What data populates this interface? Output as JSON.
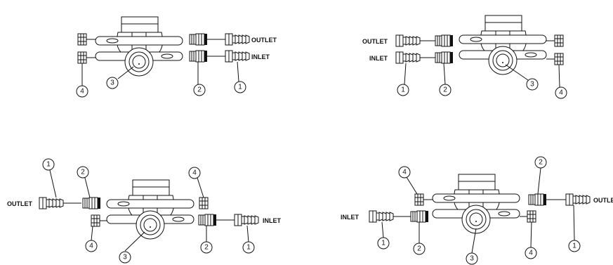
{
  "diagrams": [
    {
      "outlet": "OUTLET",
      "inlet": "INLET",
      "callouts": [
        "1",
        "2",
        "3",
        "4"
      ]
    },
    {
      "outlet": "OUTLET",
      "inlet": "INLET",
      "callouts": [
        "1",
        "2",
        "3",
        "4"
      ]
    },
    {
      "outlet": "OUTLET",
      "inlet": "INLET",
      "callouts": [
        "1",
        "2",
        "3",
        "4"
      ]
    },
    {
      "outlet": "OUTLE",
      "inlet": "INLET",
      "callouts": [
        "1",
        "2",
        "3",
        "4"
      ]
    }
  ]
}
